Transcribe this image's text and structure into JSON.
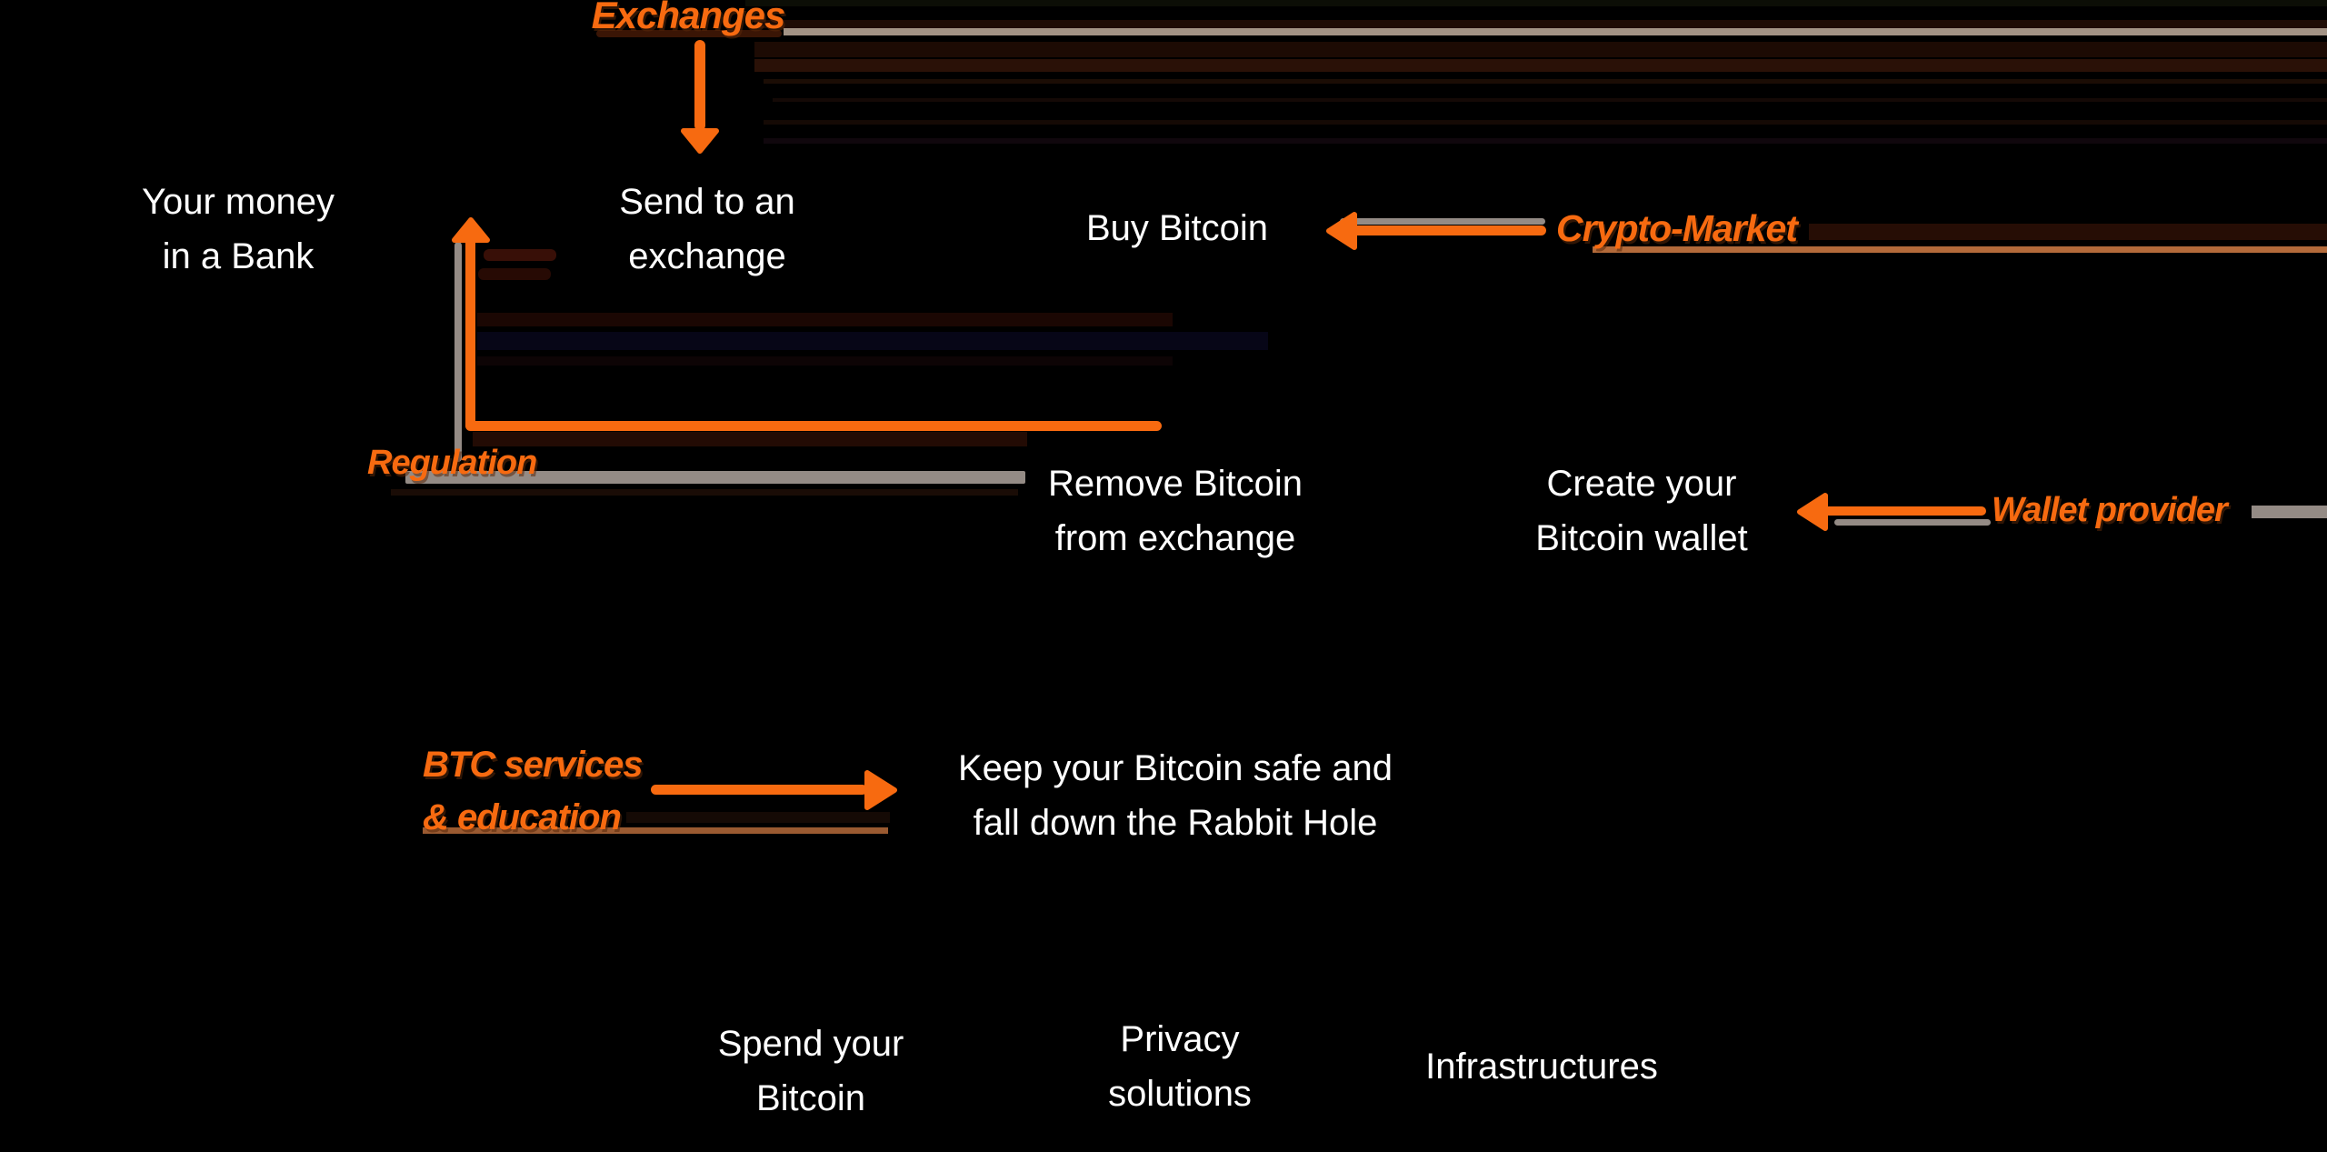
{
  "title": "Bitcoin onboarding flow diagram",
  "palette": {
    "accent_orange": "#f76a10",
    "muted_orange": "#b36a3a",
    "shadow_gray": "#948b85",
    "tan": "#a39385",
    "text_white": "#ffffff",
    "bg": "#000000"
  },
  "steps": {
    "your_money": {
      "line1": "Your money",
      "line2": "in a Bank"
    },
    "send_exchange": {
      "line1": "Send to an",
      "line2": "exchange"
    },
    "buy_bitcoin": {
      "line1": "Buy Bitcoin"
    },
    "remove_bitcoin": {
      "line1": "Remove Bitcoin",
      "line2": "from exchange"
    },
    "create_wallet": {
      "line1": "Create your",
      "line2": "Bitcoin wallet"
    },
    "keep_safe": {
      "line1": "Keep your Bitcoin safe and",
      "line2": "fall down the Rabbit Hole"
    },
    "spend": {
      "line1": "Spend your",
      "line2": "Bitcoin"
    },
    "privacy": {
      "line1": "Privacy",
      "line2": "solutions"
    },
    "infrastructures": {
      "line1": "Infrastructures"
    }
  },
  "categories": {
    "exchanges": {
      "label": "Exchanges"
    },
    "crypto_market": {
      "label": "Crypto-Market"
    },
    "regulation": {
      "label": "Regulation"
    },
    "wallet_provider": {
      "label": "Wallet provider"
    },
    "btc_services": {
      "line1": "BTC services",
      "line2": "& education"
    }
  },
  "arrows": [
    {
      "name": "exchanges-to-send-arrow",
      "from": "Exchanges",
      "to": "Send to an exchange",
      "direction": "down"
    },
    {
      "name": "crypto-market-to-buy-arrow",
      "from": "Crypto-Market",
      "to": "Buy Bitcoin",
      "direction": "left"
    },
    {
      "name": "remove-to-bank-elbow-arrow",
      "from": "Remove Bitcoin from exchange",
      "to": "Your money in a Bank",
      "direction": "up"
    },
    {
      "name": "wallet-provider-to-create-arrow",
      "from": "Wallet provider",
      "to": "Create your Bitcoin wallet",
      "direction": "left"
    },
    {
      "name": "btc-services-to-keep-safe-arrow",
      "from": "BTC services & education",
      "to": "Keep your Bitcoin safe",
      "direction": "right"
    }
  ]
}
